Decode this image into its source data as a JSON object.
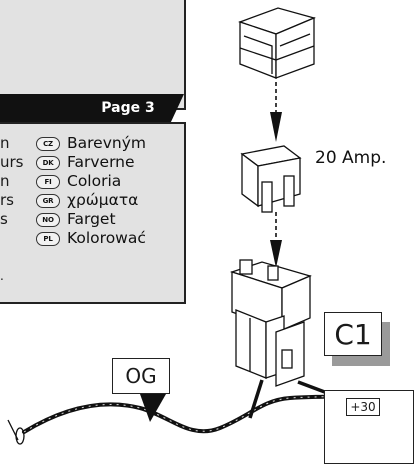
{
  "page": {
    "label": "Page 3"
  },
  "color_words_partial": [
    "n",
    "urs",
    "n",
    "rs",
    "s"
  ],
  "languages": [
    {
      "code": "CZ",
      "word": "Barevným"
    },
    {
      "code": "DK",
      "word": "Farverne"
    },
    {
      "code": "FI",
      "word": "Coloria"
    },
    {
      "code": "GR",
      "word": "χρώματα"
    },
    {
      "code": "NO",
      "word": "Farget"
    },
    {
      "code": "PL",
      "word": "Kolorować"
    }
  ],
  "fuse": {
    "rating_label": "20 Amp."
  },
  "connector": {
    "label": "C1"
  },
  "wire": {
    "color_label": "OG"
  },
  "power": {
    "label": "+30"
  },
  "icons": [
    "arrow-down-icon",
    "fuse-icon",
    "fuse-box-icon",
    "connector-icon",
    "ecu-module-icon",
    "pointer-arrow-icon"
  ]
}
